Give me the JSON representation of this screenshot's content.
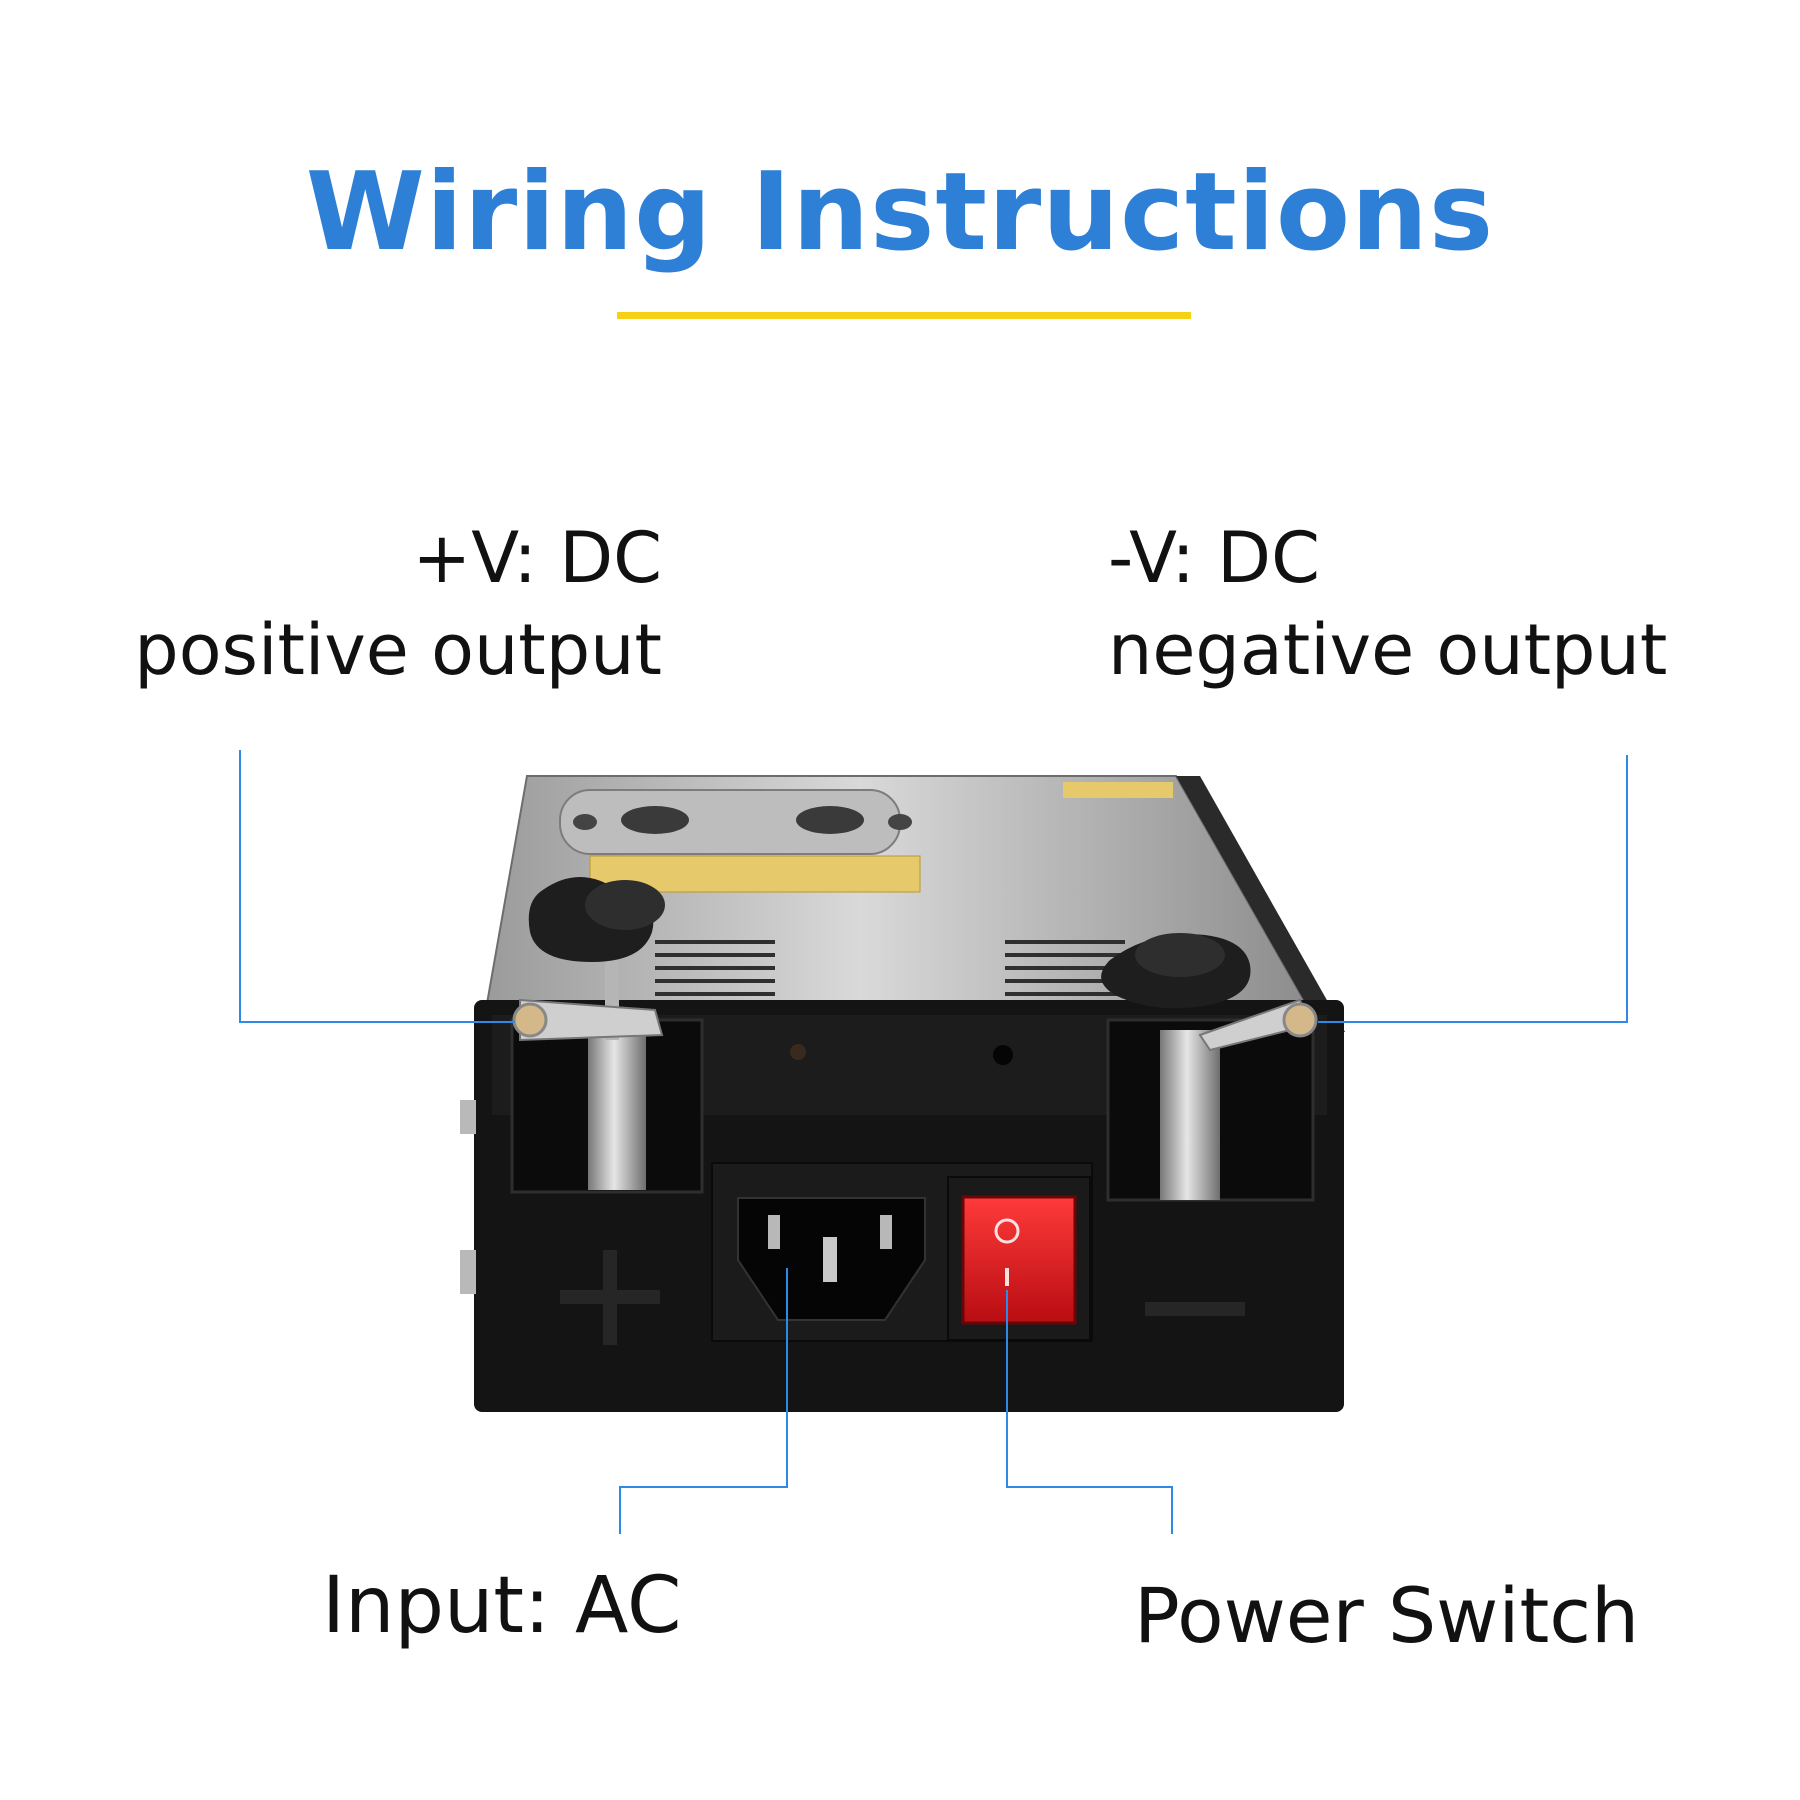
{
  "title": "Wiring Instructions",
  "labels": {
    "positive": {
      "line1": "+V: DC",
      "line2": "positive output"
    },
    "negative": {
      "line1": "-V:  DC",
      "line2": "negative output"
    },
    "input": "Input: AC",
    "switch": "Power Switch"
  },
  "colors": {
    "title": "#2e7fd6",
    "underline": "#f5d215",
    "leader_lines": "#2e8ae6",
    "switch_red": "#d9141a"
  },
  "icons": [
    "power-supply-unit",
    "terminal-knob-icon",
    "ac-socket-icon",
    "rocker-switch-icon"
  ]
}
